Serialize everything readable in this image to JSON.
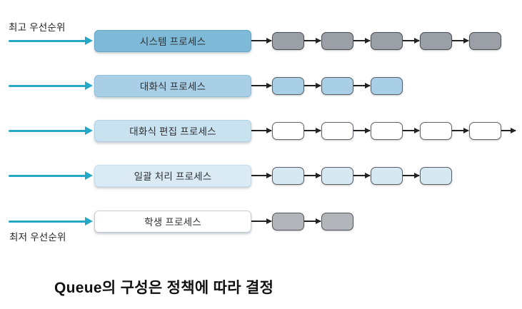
{
  "labels": {
    "top_priority": "최고 우선순위",
    "bottom_priority": "최저 우선순위"
  },
  "caption": "Queue의 구성은 정책에 따라 결정",
  "colors": {
    "priority_arrow": "#25a7c8",
    "connector": "#222222"
  },
  "queues": [
    {
      "label": "시스템 프로세스",
      "box_fill": "#7ebad7",
      "box_border": "#64a8c6",
      "item_fill": "#9ba0a6",
      "item_border": "#494e53",
      "items": 5,
      "trailing_arrow": false
    },
    {
      "label": "대화식 프로세스",
      "box_fill": "#a9cfe7",
      "box_border": "#8fbeda",
      "item_fill": "#a9cfe7",
      "item_border": "#576069",
      "items": 3,
      "trailing_arrow": false
    },
    {
      "label": "대화식 편집 프로세스",
      "box_fill": "#c9e2f0",
      "box_border": "#b2d3e6",
      "item_fill": "#ffffff",
      "item_border": "#60656b",
      "items": 5,
      "trailing_arrow": true
    },
    {
      "label": "일괄 처리 프로세스",
      "box_fill": "#daebf5",
      "box_border": "#c4ddec",
      "item_fill": "#d6e9f3",
      "item_border": "#5a6067",
      "items": 4,
      "trailing_arrow": false
    },
    {
      "label": "학생 프로세스",
      "box_fill": "#ffffff",
      "box_border": "#c8ccd0",
      "item_fill": "#b2b5b9",
      "item_border": "#53575b",
      "items": 2,
      "trailing_arrow": false
    }
  ]
}
